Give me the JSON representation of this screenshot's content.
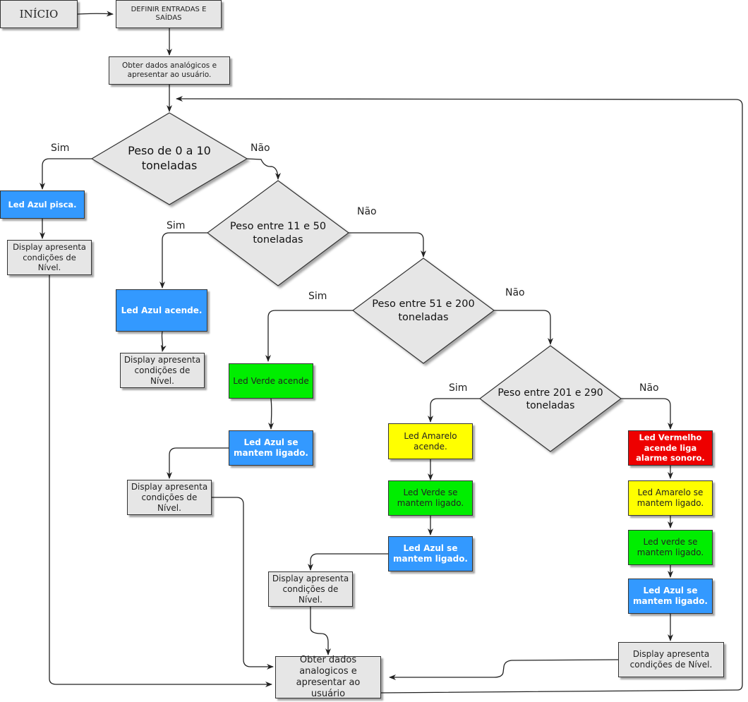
{
  "boxes": {
    "inicio": "INÍCIO",
    "definir": "DEFINIR ENTRADAS E SAÍDAS",
    "obter_top": "Obter dados analógicos e apresentar ao usuário.",
    "led_azul_pisca": "Led Azul  pisca.",
    "display_1": "Display apresenta condições de Nível.",
    "led_azul_acende": "Led Azul acende.",
    "display_2": "Display apresenta condições de Nível.",
    "led_verde_acende": "Led Verde acende",
    "led_azul_ligado_3": "Led Azul se mantem ligado.",
    "display_3": "Display apresenta condições de Nível.",
    "led_amarelo_acende": "Led Amarelo acende.",
    "led_verde_ligado_4": "Led Verde se mantem ligado.",
    "led_azul_ligado_4": "Led Azul se mantem ligado.",
    "display_4": "Display apresenta condições de Nível.",
    "led_vermelho": "Led Vermelho acende liga alarme sonoro.",
    "led_amarelo_ligado_5": "Led Amarelo se mantem ligado.",
    "led_verde_ligado_5": "Led verde se mantem ligado.",
    "led_azul_ligado_5": "Led Azul se mantem ligado.",
    "display_5": "Display apresenta condições de Nível.",
    "obter_bottom": "Obter dados analogicos e apresentar ao usuário"
  },
  "decisions": {
    "d1": "Peso de 0 a 10 toneladas",
    "d2": "Peso entre 11 e 50 toneladas",
    "d3": "Peso entre 51 e 200 toneladas",
    "d4": "Peso entre 201 e 290 toneladas"
  },
  "labels": {
    "sim": "Sim",
    "nao": "Não"
  },
  "colors": {
    "gray": "#e6e6e6",
    "blue": "#3399ff",
    "green": "#00ee00",
    "yellow": "#ffff00",
    "red": "#ee0000",
    "line": "#222222"
  }
}
